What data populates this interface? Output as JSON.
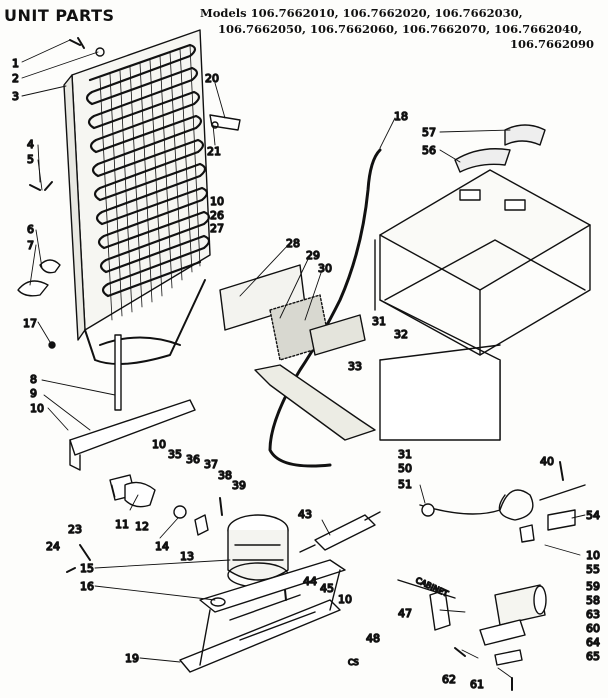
{
  "title": "UNIT PARTS",
  "models": {
    "line1": "Models 106.7662010, 106.7662020, 106.7662030,",
    "line2": "106.7662050, 106.7662060, 106.7662070, 106.7662040,",
    "line3": "106.7662090"
  },
  "labels": {
    "n1": "1",
    "n2": "2",
    "n3": "3",
    "n4": "4",
    "n5": "5",
    "n6": "6",
    "n7": "7",
    "n8": "8",
    "n9": "9",
    "n10a": "10",
    "n10b": "10",
    "n10c": "10",
    "n10d": "10",
    "n10e": "10",
    "n11": "11",
    "n12": "12",
    "n13": "13",
    "n14": "14",
    "n15": "15",
    "n16": "16",
    "n17": "17",
    "n18": "18",
    "n19": "19",
    "n20": "20",
    "n21": "21",
    "n23": "23",
    "n24": "24",
    "n26": "26",
    "n27": "27",
    "n28": "28",
    "n29": "29",
    "n30": "30",
    "n31a": "31",
    "n31b": "31",
    "n32": "32",
    "n33": "33",
    "n35": "35",
    "n36": "36",
    "n37": "37",
    "n38": "38",
    "n39": "39",
    "n40": "40",
    "n43": "43",
    "n44": "44",
    "n45": "45",
    "n47": "47",
    "n48": "48",
    "n50": "50",
    "n51": "51",
    "n54": "54",
    "n55": "55",
    "n56": "56",
    "n57": "57",
    "n58": "58",
    "n59": "59",
    "n60": "60",
    "n61": "61",
    "n62": "62",
    "n63": "63",
    "n64": "64",
    "n65": "65"
  },
  "cabinet_tag": "CABINET",
  "code": "CS"
}
